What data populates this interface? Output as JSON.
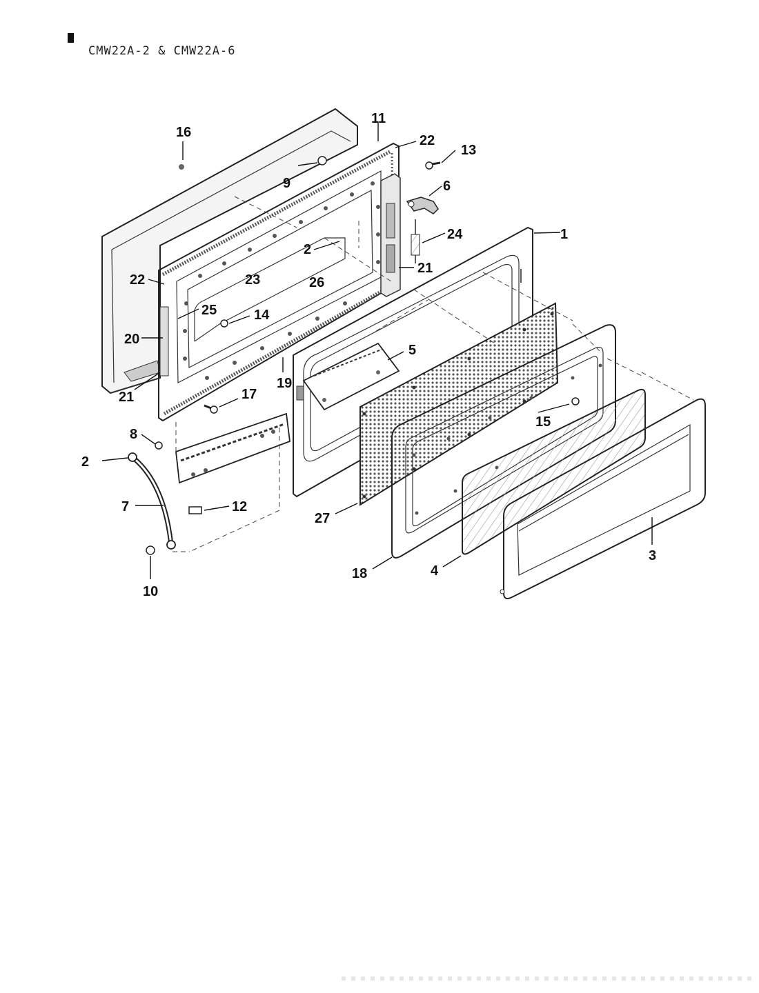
{
  "header": {
    "models": "CMW22A-2  &  CMW22A-6"
  },
  "callouts": [
    {
      "id": "c16",
      "text": "16"
    },
    {
      "id": "c11",
      "text": "11"
    },
    {
      "id": "c22a",
      "text": "22"
    },
    {
      "id": "c13",
      "text": "13"
    },
    {
      "id": "c9",
      "text": "9"
    },
    {
      "id": "c6",
      "text": "6"
    },
    {
      "id": "c24",
      "text": "24"
    },
    {
      "id": "c1",
      "text": "1"
    },
    {
      "id": "c2a",
      "text": "2"
    },
    {
      "id": "c21a",
      "text": "21"
    },
    {
      "id": "c22b",
      "text": "22"
    },
    {
      "id": "c23",
      "text": "23"
    },
    {
      "id": "c26",
      "text": "26"
    },
    {
      "id": "c25",
      "text": "25"
    },
    {
      "id": "c14",
      "text": "14"
    },
    {
      "id": "c20",
      "text": "20"
    },
    {
      "id": "c5",
      "text": "5"
    },
    {
      "id": "c19",
      "text": "19"
    },
    {
      "id": "c21b",
      "text": "21"
    },
    {
      "id": "c17",
      "text": "17"
    },
    {
      "id": "c15",
      "text": "15"
    },
    {
      "id": "c8",
      "text": "8"
    },
    {
      "id": "c2b",
      "text": "2"
    },
    {
      "id": "c7",
      "text": "7"
    },
    {
      "id": "c12",
      "text": "12"
    },
    {
      "id": "c27",
      "text": "27"
    },
    {
      "id": "c10",
      "text": "10"
    },
    {
      "id": "c18",
      "text": "18"
    },
    {
      "id": "c4",
      "text": "4"
    },
    {
      "id": "c3",
      "text": "3"
    }
  ]
}
